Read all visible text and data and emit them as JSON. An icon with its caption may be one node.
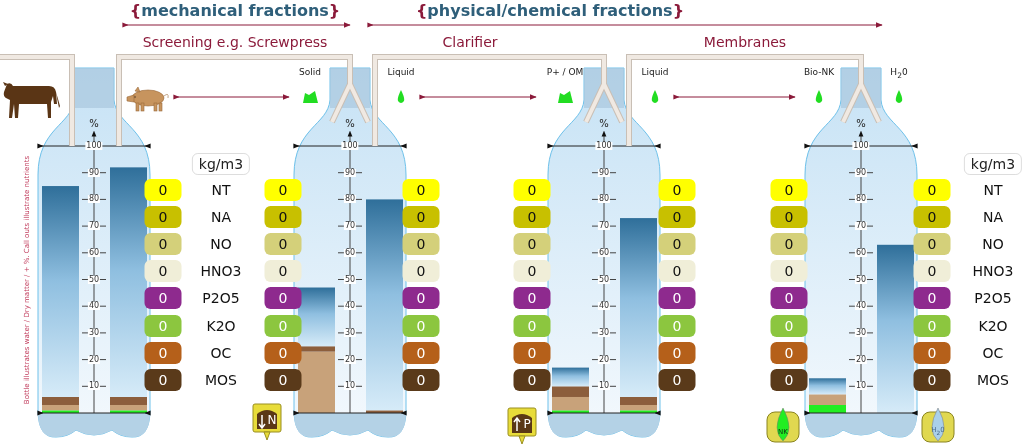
{
  "diagram": {
    "nodes": [
      {
        "text": [],
        "shape": "picture"
      },
      {
        "text": [],
        "shape": "picture"
      },
      {
        "text": [
          "Solid"
        ]
      },
      {
        "text": [
          "Liquid"
        ]
      },
      {
        "text": [
          "P+ / OM"
        ]
      },
      {
        "text": [
          "Liquid"
        ]
      },
      {
        "text": [
          "Bio-NK"
        ]
      },
      {
        "text": [
          "H$_{2}$0"
        ]
      },
      {
        "text": [],
        "shape": "bottle"
      },
      {
        "text": [],
        "shape": "bottle"
      },
      {
        "text": [],
        "shape": "bottle"
      },
      {
        "text": [],
        "shape": "bottle"
      }
    ],
    "edges": [
      {
        "from": 1,
        "to": 2,
        "arrow": "to",
        "color": "#8b1a3a"
      },
      {
        "from": 3,
        "to": 4,
        "arrow": "to",
        "color": "#8b1a3a"
      },
      {
        "from": 5,
        "to": 6,
        "arrow": "to",
        "color": "#8b1a3a"
      },
      {
        "from": null,
        "to": 8,
        "arrow": "none"
      },
      {
        "from": 8,
        "to": 9,
        "arrow": "none"
      },
      {
        "from": 9,
        "to": 10,
        "arrow": "none"
      },
      {
        "from": 10,
        "to": 11,
        "arrow": "none"
      }
    ],
    "labels": [
      "{mechanical fractions}",
      "{physical/chemical fractions}",
      "Screening e.g. Screwpress",
      "Clarifier",
      "Membranes",
      "%",
      "100",
      "90",
      "80",
      "70",
      "60",
      "50",
      "40",
      "30",
      "20",
      "10",
      "%",
      "100",
      "90",
      "80",
      "70",
      "60",
      "50",
      "40",
      "30",
      "20",
      "10",
      "%",
      "100",
      "90",
      "80",
      "70",
      "60",
      "50",
      "40",
      "30",
      "20",
      "10",
      "%",
      "100",
      "90",
      "80",
      "70",
      "60",
      "50",
      "40",
      "30",
      "20",
      "10",
      "kg/m3",
      "kg/m3",
      "0",
      "NT",
      "0",
      "0",
      "0",
      "0",
      "0",
      "0",
      "NT",
      "0",
      "NA",
      "0",
      "0",
      "0",
      "0",
      "0",
      "0",
      "NA",
      "0",
      "NO",
      "0",
      "0",
      "0",
      "0",
      "0",
      "0",
      "NO",
      "0",
      "HNO3",
      "0",
      "0",
      "0",
      "0",
      "0",
      "0",
      "HNO3",
      "0",
      "P2O5",
      "0",
      "0",
      "0",
      "0",
      "0",
      "0",
      "P2O5",
      "0",
      "K2O",
      "0",
      "0",
      "0",
      "0",
      "0",
      "0",
      "K2O",
      "0",
      "OC",
      "0",
      "0",
      "0",
      "0",
      "0",
      "0",
      "OC",
      "0",
      "MOS",
      "0",
      "0",
      "0",
      "0",
      "0",
      "0",
      "MOS",
      "Bottle illustrates water / Dry matter / + %. Call outs illustrate nutrients",
      "N",
      "P",
      "NK",
      "H$_{2}$0"
    ]
  }
}
